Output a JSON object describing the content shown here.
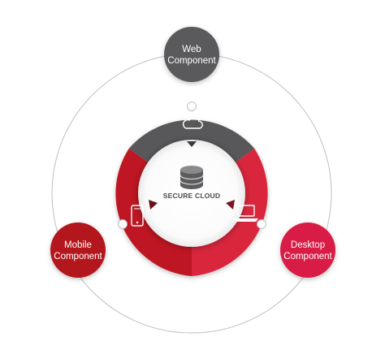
{
  "center": {
    "label": "SECURE CLOUD",
    "icon": "database-icon"
  },
  "nodes": {
    "web": {
      "line1": "Web",
      "line2": "Component",
      "color": "#5a5a5c"
    },
    "mobile": {
      "line1": "Mobile",
      "line2": "Component",
      "color": "#b3121f"
    },
    "desktop": {
      "line1": "Desktop",
      "line2": "Component",
      "color": "#d91f45"
    }
  },
  "ring": {
    "top_segment": {
      "icon": "cloud-icon",
      "color": "#58585a"
    },
    "left_segment": {
      "icon": "mobile-phone-icon",
      "color": "#be1622"
    },
    "right_segment": {
      "icon": "laptop-icon",
      "color": "#d9263c"
    }
  },
  "colors": {
    "outer_ring": "#bfbfbf",
    "inner_disc": "#ffffff"
  }
}
